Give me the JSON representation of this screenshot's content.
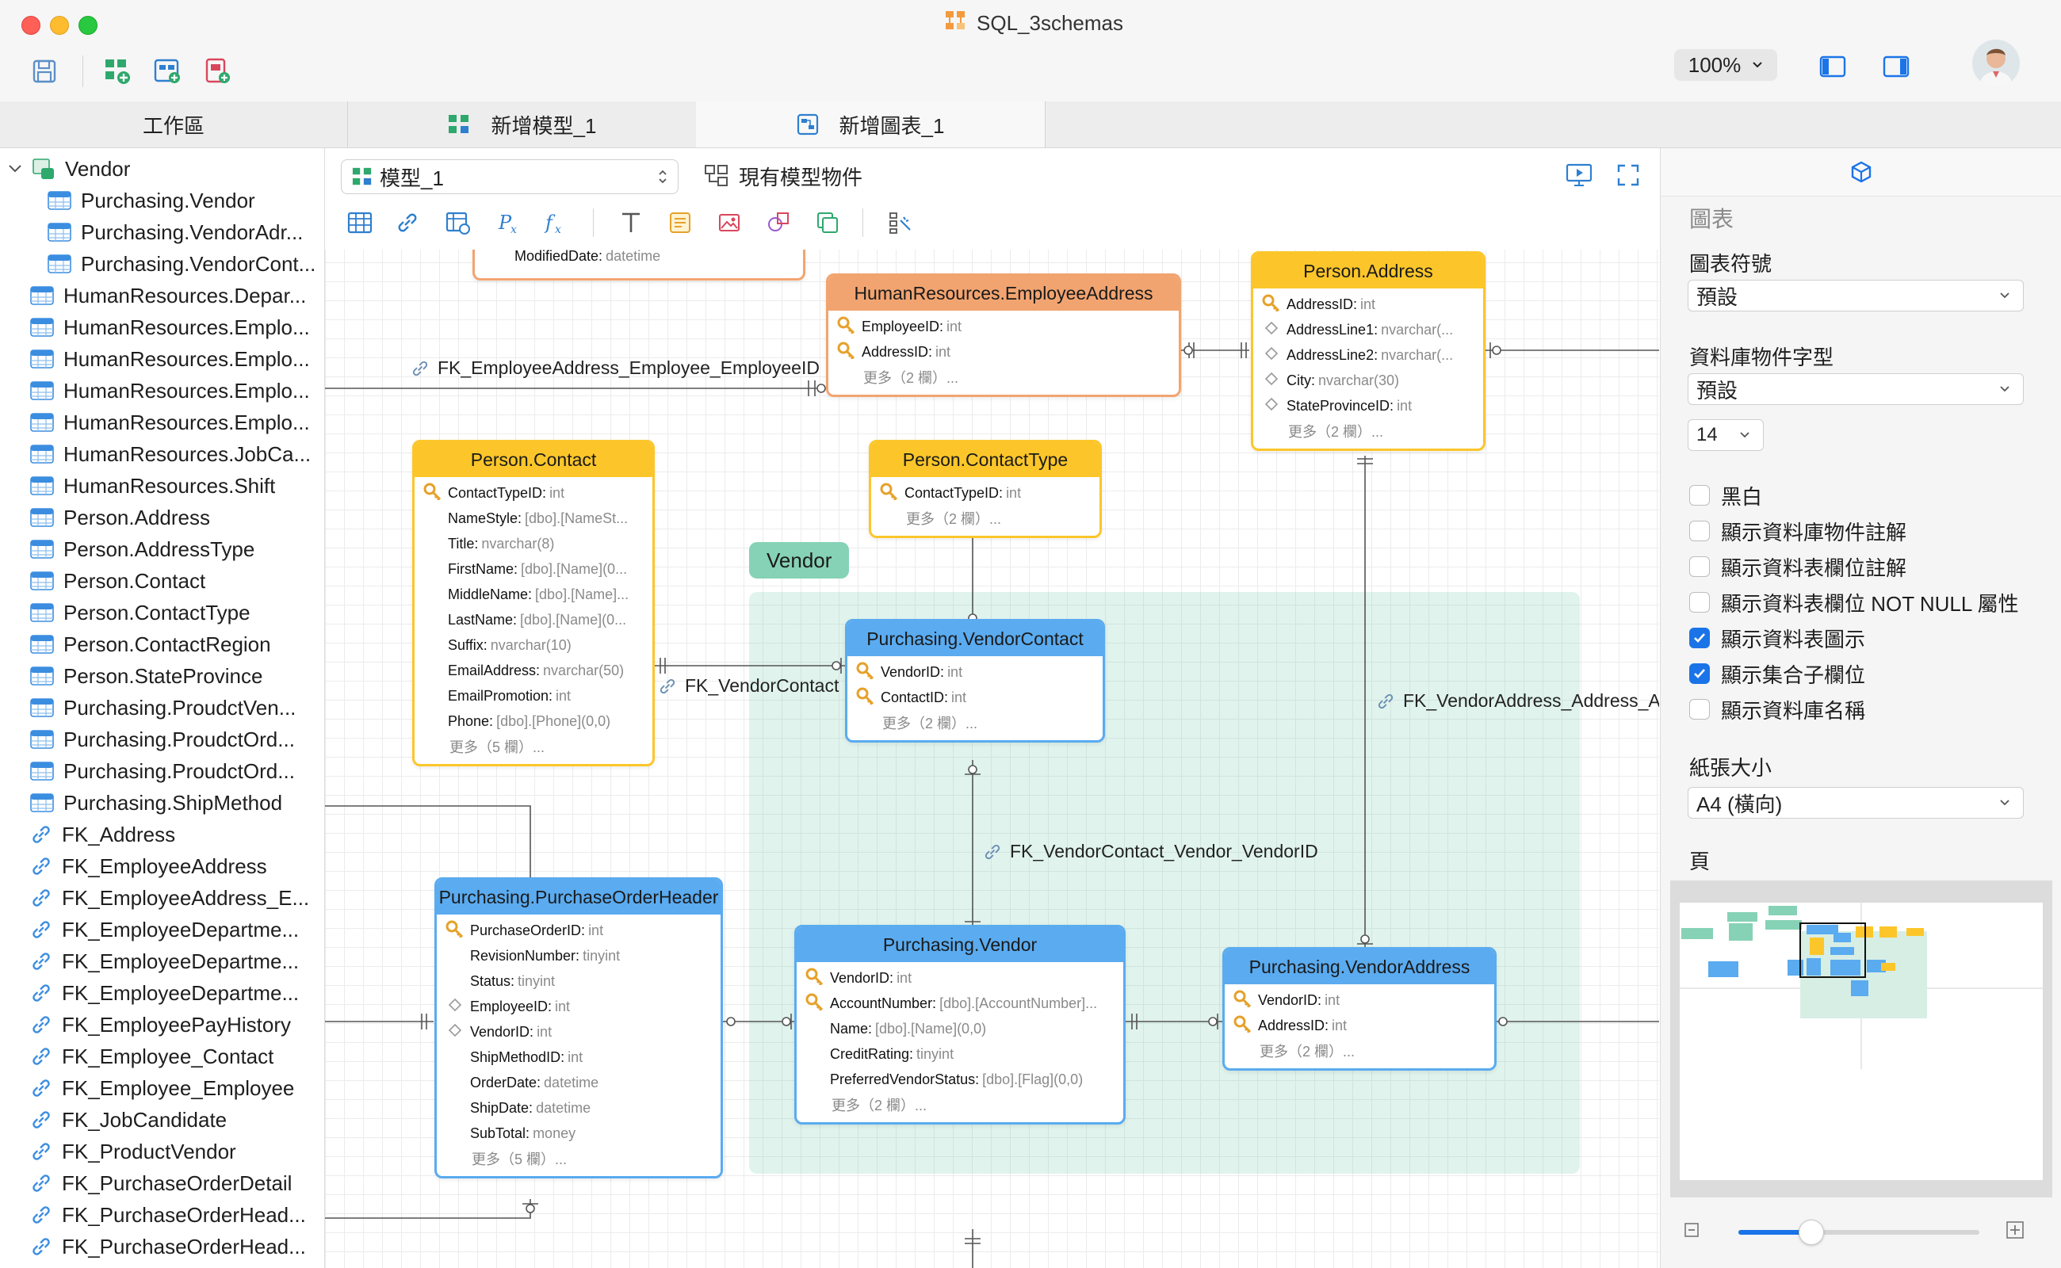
{
  "window": {
    "title": "SQL_3schemas"
  },
  "toolbar": {
    "zoom": "100%"
  },
  "tabs": [
    {
      "label": "工作區",
      "active": false
    },
    {
      "label": "新增模型_1",
      "active": false
    },
    {
      "label": "新增圖表_1",
      "active": true
    }
  ],
  "sidebar": {
    "root": "Vendor",
    "vendor_children": [
      "Purchasing.Vendor",
      "Purchasing.VendorAdr...",
      "Purchasing.VendorCont..."
    ],
    "tables": [
      "HumanResources.Depar...",
      "HumanResources.Emplo...",
      "HumanResources.Emplo...",
      "HumanResources.Emplo...",
      "HumanResources.Emplo...",
      "HumanResources.JobCa...",
      "HumanResources.Shift",
      "Person.Address",
      "Person.AddressType",
      "Person.Contact",
      "Person.ContactType",
      "Person.ContactRegion",
      "Person.StateProvince",
      "Purchasing.ProudctVen...",
      "Purchasing.ProudctOrd...",
      "Purchasing.ProudctOrd...",
      "Purchasing.ShipMethod"
    ],
    "foreign_keys": [
      "FK_Address",
      "FK_EmployeeAddress",
      "FK_EmployeeAddress_E...",
      "FK_EmployeeDepartme...",
      "FK_EmployeeDepartme...",
      "FK_EmployeeDepartme...",
      "FK_EmployeePayHistory",
      "FK_Employee_Contact",
      "FK_Employee_Employee",
      "FK_JobCandidate",
      "FK_ProductVendor",
      "FK_PurchaseOrderDetail",
      "FK_PurchaseOrderHead...",
      "FK_PurchaseOrderHead..."
    ]
  },
  "canvas_toolbar": {
    "model_select": "模型_1",
    "existing_objects": "現有模型物件"
  },
  "diagram": {
    "group_label": "Vendor",
    "top_fragment": {
      "field": "ModifiedDate:",
      "type": "datetime"
    },
    "tables": [
      {
        "id": "emp-address",
        "title": "HumanResources.EmployeeAddress",
        "color": "orange",
        "fields": [
          {
            "key": true,
            "name": "EmployeeID:",
            "type": "int"
          },
          {
            "key": true,
            "name": "AddressID:",
            "type": "int"
          }
        ],
        "more": "更多（2 欄）..."
      },
      {
        "id": "person-address",
        "title": "Person.Address",
        "color": "yellow",
        "fields": [
          {
            "key": true,
            "name": "AddressID:",
            "type": "int"
          },
          {
            "diamond": true,
            "name": "AddressLine1:",
            "type": "nvarchar(..."
          },
          {
            "diamond": true,
            "name": "AddressLine2:",
            "type": "nvarchar(..."
          },
          {
            "diamond": true,
            "name": "City:",
            "type": "nvarchar(30)"
          },
          {
            "diamond": true,
            "name": "StateProvinceID:",
            "type": "int"
          }
        ],
        "more": "更多（2 欄）..."
      },
      {
        "id": "person-contact",
        "title": "Person.Contact",
        "color": "yellow",
        "fields": [
          {
            "key": true,
            "name": "ContactTypeID:",
            "type": "int"
          },
          {
            "name": "NameStyle:",
            "type": "[dbo].[NameSt..."
          },
          {
            "name": "Title:",
            "type": "nvarchar(8)"
          },
          {
            "name": "FirstName:",
            "type": "[dbo].[Name](0..."
          },
          {
            "name": "MiddleName:",
            "type": "[dbo].[Name]..."
          },
          {
            "name": "LastName:",
            "type": "[dbo].[Name](0..."
          },
          {
            "name": "Suffix:",
            "type": "nvarchar(10)"
          },
          {
            "name": "EmailAddress:",
            "type": "nvarchar(50)"
          },
          {
            "name": "EmailPromotion:",
            "type": "int"
          },
          {
            "name": "Phone:",
            "type": "[dbo].[Phone](0,0)"
          }
        ],
        "more": "更多（5 欄）..."
      },
      {
        "id": "person-contacttype",
        "title": "Person.ContactType",
        "color": "yellow",
        "fields": [
          {
            "key": true,
            "name": "ContactTypeID:",
            "type": "int"
          }
        ],
        "more": "更多（2 欄）..."
      },
      {
        "id": "vendor-contact",
        "title": "Purchasing.VendorContact",
        "color": "blue",
        "fields": [
          {
            "key": true,
            "name": "VendorID:",
            "type": "int"
          },
          {
            "key": true,
            "name": "ContactID:",
            "type": "int"
          }
        ],
        "more": "更多（2 欄）..."
      },
      {
        "id": "po-header",
        "title": "Purchasing.PurchaseOrderHeader",
        "color": "blue",
        "fields": [
          {
            "key": true,
            "name": "PurchaseOrderID:",
            "type": "int"
          },
          {
            "name": "RevisionNumber:",
            "type": "tinyint"
          },
          {
            "name": "Status:",
            "type": "tinyint"
          },
          {
            "diamond": true,
            "name": "EmployeeID:",
            "type": "int"
          },
          {
            "diamond": true,
            "name": "VendorID:",
            "type": "int"
          },
          {
            "name": "ShipMethodID:",
            "type": "int"
          },
          {
            "name": "OrderDate:",
            "type": "datetime"
          },
          {
            "name": "ShipDate:",
            "type": "datetime"
          },
          {
            "name": "SubTotal:",
            "type": "money"
          }
        ],
        "more": "更多（5 欄）..."
      },
      {
        "id": "vendor",
        "title": "Purchasing.Vendor",
        "color": "blue",
        "fields": [
          {
            "key": true,
            "name": "VendorID:",
            "type": "int"
          },
          {
            "key": true,
            "name": "AccountNumber:",
            "type": "[dbo].[AccountNumber]..."
          },
          {
            "name": "Name:",
            "type": "[dbo].[Name](0,0)"
          },
          {
            "name": "CreditRating:",
            "type": "tinyint"
          },
          {
            "name": "PreferredVendorStatus:",
            "type": "[dbo].[Flag](0,0)"
          }
        ],
        "more": "更多（2 欄）..."
      },
      {
        "id": "vendor-address",
        "title": "Purchasing.VendorAddress",
        "color": "blue",
        "fields": [
          {
            "key": true,
            "name": "VendorID:",
            "type": "int"
          },
          {
            "key": true,
            "name": "AddressID:",
            "type": "int"
          }
        ],
        "more": "更多（2 欄）..."
      }
    ],
    "fk_labels": [
      "FK_EmployeeAddress_Employee_EmployeeID",
      "FK_VendorContact",
      "FK_VendorAddress_Address_Ad",
      "FK_VendorContact_Vendor_VendorID"
    ]
  },
  "right_panel": {
    "section_title": "圖表",
    "symbol_label": "圖表符號",
    "symbol_value": "預設",
    "font_label": "資料庫物件字型",
    "font_value": "預設",
    "font_size": "14",
    "checkboxes": [
      {
        "label": "黑白",
        "checked": false
      },
      {
        "label": "顯示資料庫物件註解",
        "checked": false
      },
      {
        "label": "顯示資料表欄位註解",
        "checked": false
      },
      {
        "label": "顯示資料表欄位 NOT NULL 屬性",
        "checked": false
      },
      {
        "label": "顯示資料表圖示",
        "checked": true
      },
      {
        "label": "顯示集合子欄位",
        "checked": true
      },
      {
        "label": "顯示資料庫名稱",
        "checked": false
      }
    ],
    "paper_label": "紙張大小",
    "paper_value": "A4 (橫向)",
    "page_label": "頁",
    "zoom_fraction": 0.3
  },
  "colors": {
    "accent": "#1a74e8",
    "table_blue": "#5aabf0",
    "table_yellow": "#fcc62a",
    "table_orange": "#f2a470",
    "group": "#86d2b6"
  }
}
